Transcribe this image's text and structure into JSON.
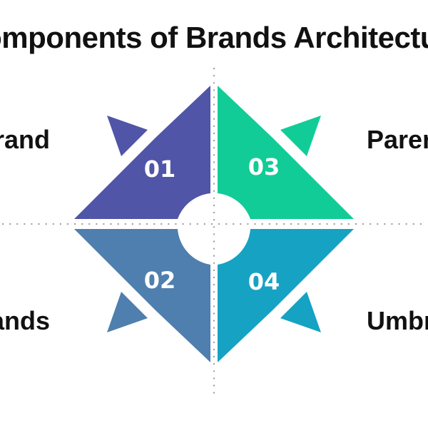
{
  "title": "Components of Brands Architecture",
  "colors": {
    "segment_01": "#5155a8",
    "segment_02": "#4e7fae",
    "segment_03": "#11cc96",
    "segment_04": "#16a2c3",
    "guide_lines": "#999999",
    "text": "#111111"
  },
  "segments": [
    {
      "number": "01",
      "label": "Brand"
    },
    {
      "number": "02",
      "label": "Brands"
    },
    {
      "number": "03",
      "label": "Parent"
    },
    {
      "number": "04",
      "label": "Umbrella"
    }
  ]
}
